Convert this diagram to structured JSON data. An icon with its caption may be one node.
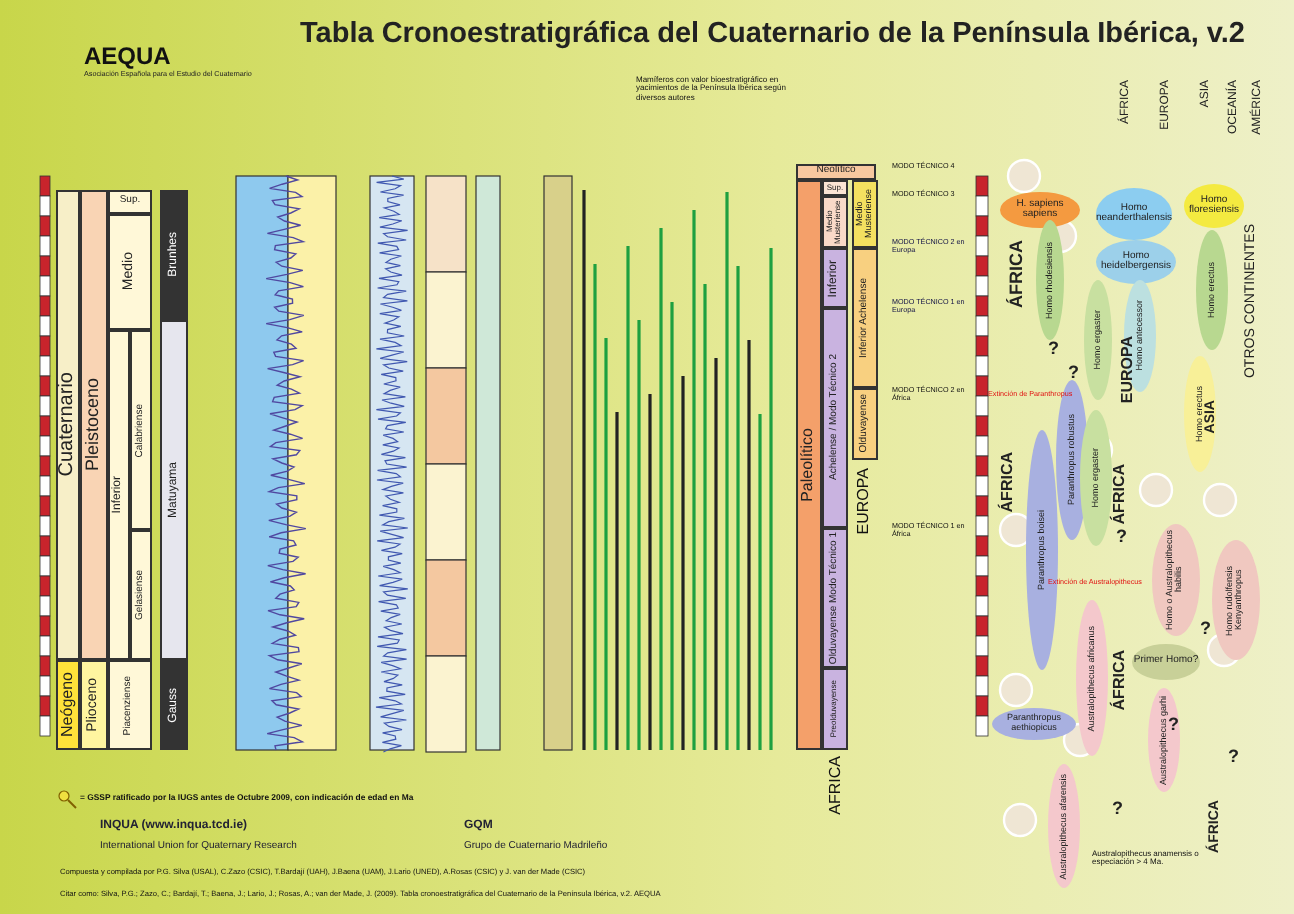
{
  "diagram": {
    "title": "Tabla Cronoestratigráfica del Cuaternario de la Península Ibérica, v.2",
    "nodes": [
      {
        "text": [
          "Cuaternario"
        ]
      },
      {
        "text": [
          "Neógeno"
        ]
      },
      {
        "text": [
          "Pleistoceno"
        ]
      },
      {
        "text": [
          "Plioceno"
        ]
      },
      {
        "text": [
          "Sup."
        ]
      },
      {
        "text": [
          "Medio"
        ]
      },
      {
        "text": [
          "Inferior"
        ]
      },
      {
        "text": [
          "Calabriense"
        ]
      },
      {
        "text": [
          "Gelasiense"
        ]
      },
      {
        "text": [
          "Piacenziense"
        ]
      },
      {
        "text": [
          "Brunhes"
        ]
      },
      {
        "text": [
          "Matuyama"
        ]
      },
      {
        "text": [
          "Gauss"
        ]
      },
      {
        "text": [
          "Neolítico"
        ]
      },
      {
        "text": [
          "Paleolítico"
        ]
      },
      {
        "text": [
          "Sup."
        ]
      },
      {
        "text": [
          "Medio Musteriense"
        ]
      },
      {
        "text": [
          "Inferior"
        ]
      },
      {
        "text": [
          "Achelense / Modo Técnico 2"
        ]
      },
      {
        "text": [
          "Olduvayense Modo Técnico 1"
        ]
      },
      {
        "text": [
          "Preolduvayense"
        ]
      },
      {
        "text": [
          "Medio Musteriense"
        ]
      },
      {
        "text": [
          "Inferior Achelense"
        ]
      },
      {
        "text": [
          "Olduvayense"
        ]
      },
      {
        "text": [
          "H. sapiens sapiens"
        ]
      },
      {
        "text": [
          "Homo neanderthalensis"
        ]
      },
      {
        "text": [
          "Homo floresiensis"
        ]
      },
      {
        "text": [
          "Homo rhodesiensis"
        ]
      },
      {
        "text": [
          "Homo heidelbergensis"
        ]
      },
      {
        "text": [
          "Homo erectus"
        ]
      },
      {
        "text": [
          "Homo ergaster"
        ]
      },
      {
        "text": [
          "Homo antecessor"
        ]
      },
      {
        "text": [
          "Homo erectus"
        ]
      },
      {
        "text": [
          "Paranthropus robustus"
        ]
      },
      {
        "text": [
          "Homo ergaster"
        ]
      },
      {
        "text": [
          "Paranthropus boisei"
        ]
      },
      {
        "text": [
          "Homo o Australopithecus habilis"
        ]
      },
      {
        "text": [
          "Homo rudolfensis Kenyanthropus"
        ]
      },
      {
        "text": [
          "Australopithecus africanus"
        ]
      },
      {
        "text": [
          "Primer Homo?"
        ]
      },
      {
        "text": [
          "Paranthropus aethiopicus"
        ]
      },
      {
        "text": [
          "Australopithecus garhi"
        ]
      },
      {
        "text": [
          "Australopithecus afarensis"
        ]
      }
    ],
    "labels": [
      "AEQUA",
      "Asociación Española para el Estudio del Cuaternario",
      "Mamíferos con valor bioestratigráfico en yacimientos de la Península Ibérica según diversos autores",
      "EUROPA",
      "AFRICA",
      "MODO TÉCNICO 4",
      "MODO TÉCNICO 3",
      "MODO TÉCNICO 2 en Europa",
      "MODO TÉCNICO 1 en Europa",
      "MODO TÉCNICO 2 en África",
      "MODO TÉCNICO 1 en África",
      "ÁFRICA",
      "EUROPA",
      "ASIA",
      "OCEANÍA",
      "AMÉRICA",
      "ÁFRICA",
      "?",
      "OTROS CONTINENTES",
      "?",
      "EUROPA",
      "ASIA",
      "Extinción de Paranthropus",
      "ÁFRICA",
      "ÁFRICA",
      "?",
      "Extinción de Australopithecus",
      "?",
      "ÁFRICA",
      "?",
      "?",
      "?",
      "ÁFRICA",
      "Australopithecus anamensis o especiación > 4 Ma.",
      "= GSSP ratificado por la IUGS antes de Octubre 2009, con indicación de edad en Ma",
      "INQUA (www.inqua.tcd.ie)",
      "International Union for Quaternary Research",
      "GQM",
      "Grupo de Cuaternario Madrileño",
      "Compuesta y compilada por P.G. Silva (USAL), C.Zazo (CSIC), T.Bardají (UAH), J.Baena (UAM), J.Lario (UNED), A.Rosas (CSIC) y J. van der Made (CSIC)",
      "Citar como: Silva, P.G.; Zazo, C.; Bardají, T.; Baena, J.; Lario, J.; Rosas, A.; van der Made, J. (2009). Tabla cronoestratigráfica del Cuaternario de la Península Ibérica, v.2. AEQUA"
    ]
  }
}
